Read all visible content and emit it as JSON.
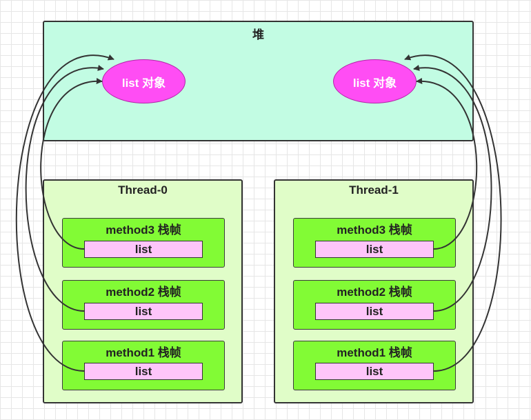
{
  "heap": {
    "title": "堆",
    "objects": [
      "list 对象",
      "list 对象"
    ]
  },
  "threads": [
    {
      "title": "Thread-0",
      "frames": [
        {
          "title": "method3 栈帧",
          "ref": "list"
        },
        {
          "title": "method2 栈帧",
          "ref": "list"
        },
        {
          "title": "method1 栈帧",
          "ref": "list"
        }
      ]
    },
    {
      "title": "Thread-1",
      "frames": [
        {
          "title": "method3 栈帧",
          "ref": "list"
        },
        {
          "title": "method2 栈帧",
          "ref": "list"
        },
        {
          "title": "method1 栈帧",
          "ref": "list"
        }
      ]
    }
  ],
  "colors": {
    "heap_fill": "#c2fce3",
    "thread_fill": "#e0fdc8",
    "frame_fill": "#82fb35",
    "ref_fill": "#fec5fa",
    "object_fill": "#ff4df4",
    "arrow": "#333333"
  }
}
